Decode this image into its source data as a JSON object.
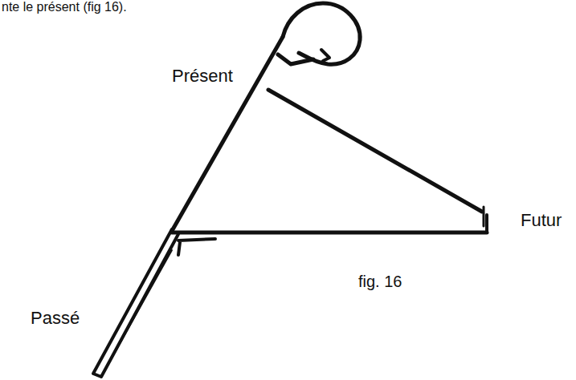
{
  "diagram": {
    "labels": [
      "nte le présent (fig 16).",
      "Présent",
      "Futur",
      "Passé",
      "fig. 16"
    ]
  }
}
